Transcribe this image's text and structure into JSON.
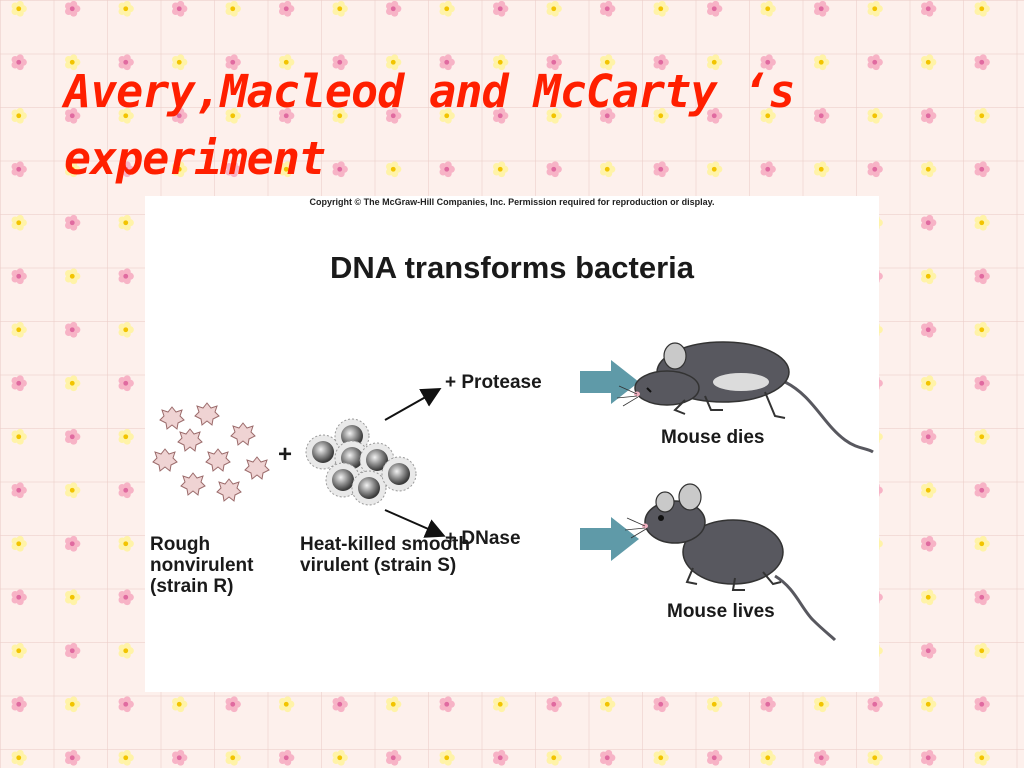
{
  "slide": {
    "title": "Avery,Macleod and McCarty ‘s experiment"
  },
  "figure": {
    "copyright": "Copyright © The McGraw-Hill Companies, Inc. Permission required for reproduction or display.",
    "title": "DNA transforms bacteria",
    "plus": "+",
    "rough_label": "Rough nonvirulent (strain R)",
    "heat_killed_label": "Heat-killed smooth virulent (strain S)",
    "protease_label": "+  Protease",
    "dnase_label": "+  DNase",
    "mouse_dies": "Mouse dies",
    "mouse_lives": "Mouse lives"
  },
  "colors": {
    "title": "#ff1f00",
    "arrow": "#5f9aa8",
    "mouse": "#58585f",
    "background": "#fdf0ec"
  }
}
